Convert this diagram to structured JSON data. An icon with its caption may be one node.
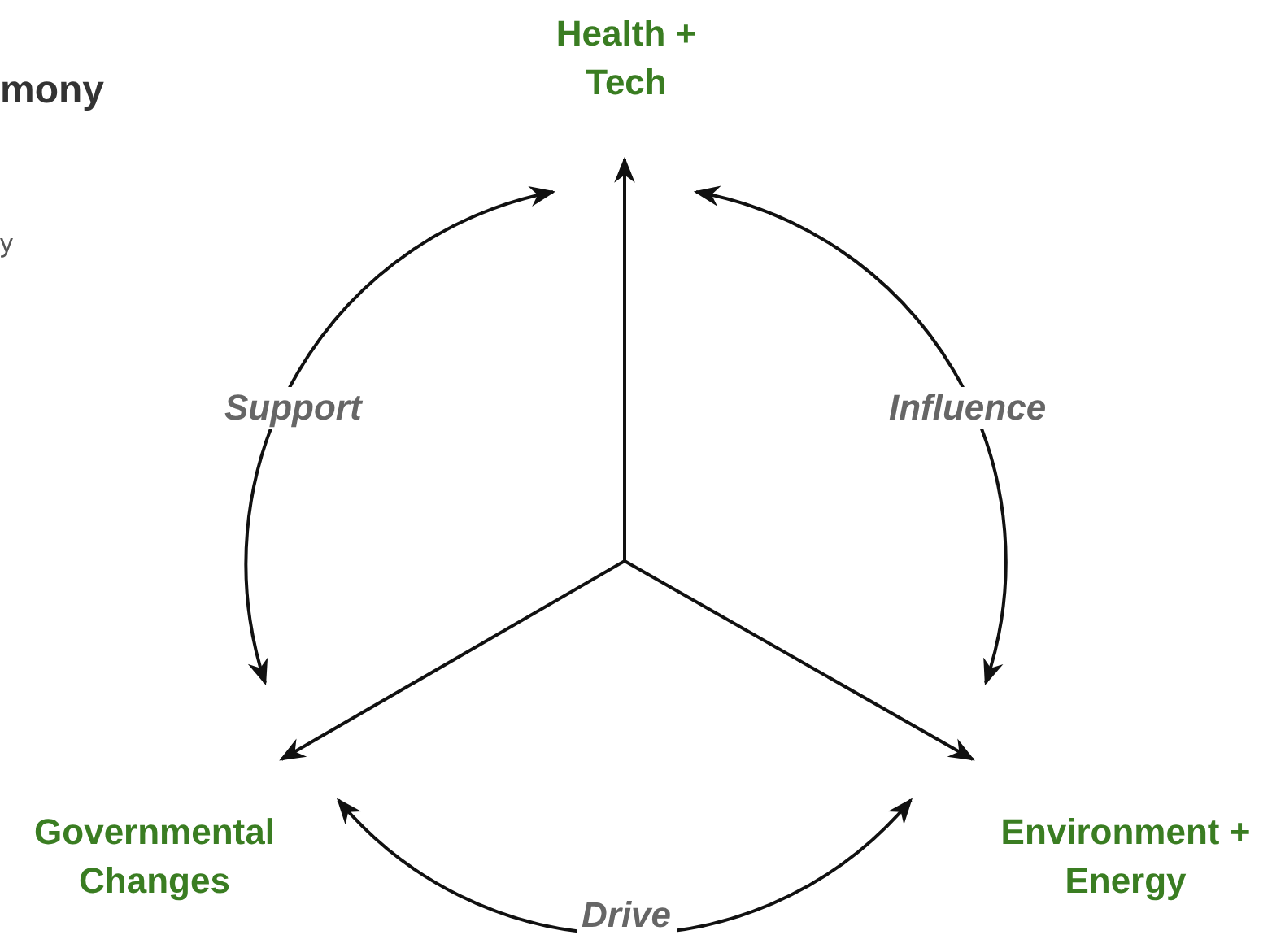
{
  "diagram": {
    "nodes": [
      {
        "text": [
          "Health + Tech"
        ]
      },
      {
        "text": [
          "Governmental Changes"
        ]
      },
      {
        "text": [
          "Environment + Energy"
        ]
      }
    ],
    "edges": [
      {
        "from": null,
        "to": 0,
        "arrow": "to"
      },
      {
        "from": null,
        "to": 1,
        "arrow": "to"
      },
      {
        "from": null,
        "to": 2,
        "arrow": "to"
      },
      {
        "from": 1,
        "to": 0,
        "arrow": "both",
        "label": "Support"
      },
      {
        "from": 0,
        "to": 2,
        "arrow": "both",
        "label": "Influence"
      },
      {
        "from": 1,
        "to": 2,
        "arrow": "both",
        "label": "Drive"
      }
    ],
    "labels": [
      "mony",
      "y"
    ]
  }
}
